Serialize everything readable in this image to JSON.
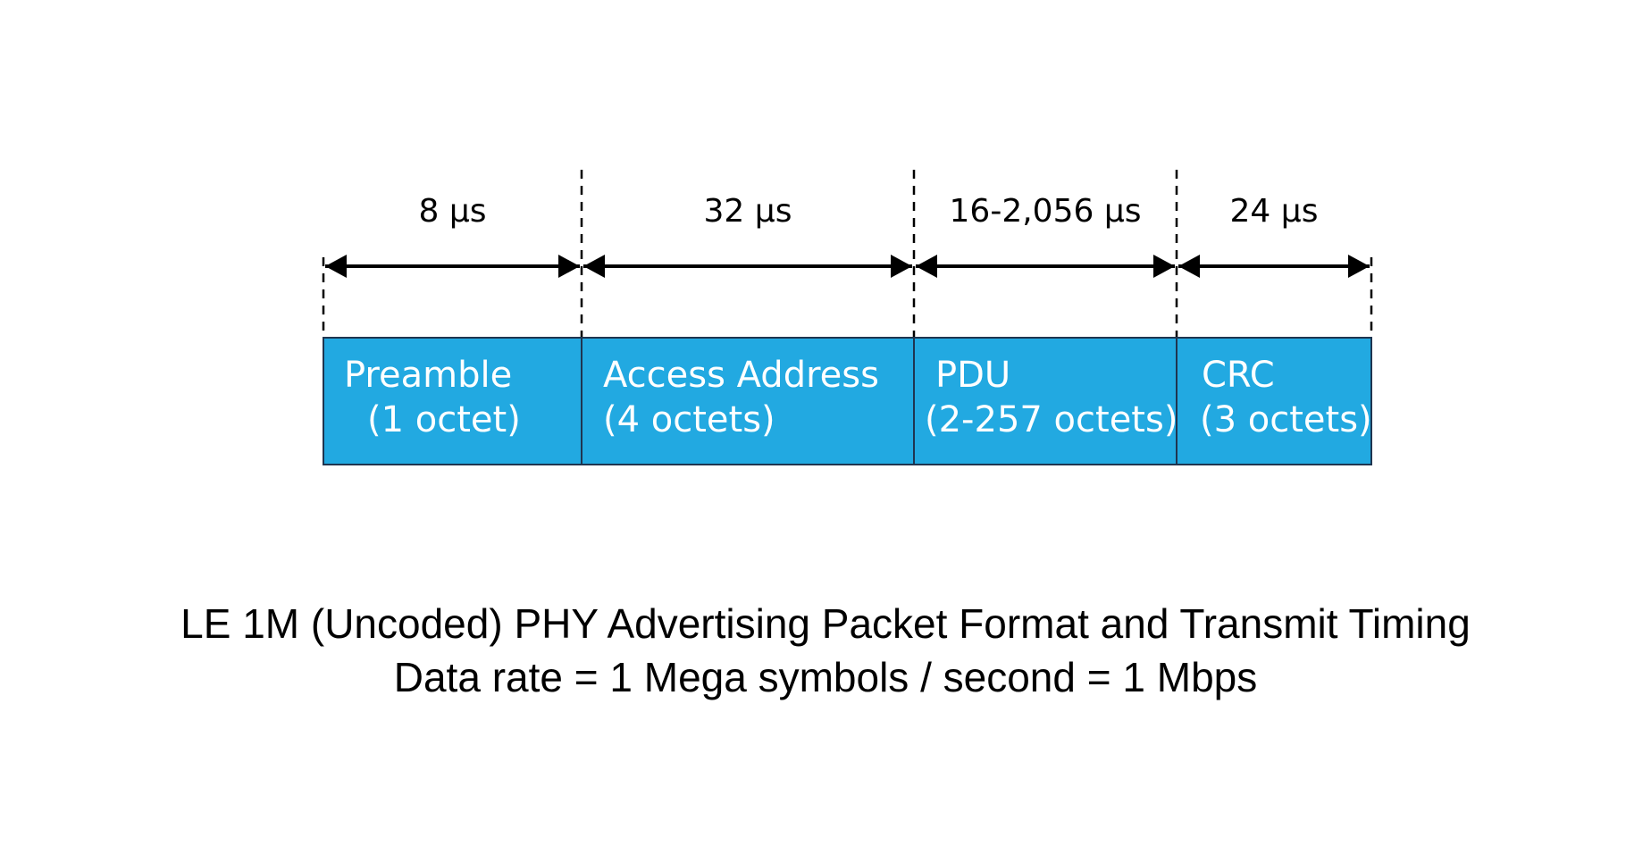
{
  "colors": {
    "field_fill": "#22a9e1",
    "field_text": "#ffffff",
    "line": "#000000"
  },
  "timing": [
    {
      "label": "8 μs"
    },
    {
      "label": "32 μs"
    },
    {
      "label": "16-2,056 μs"
    },
    {
      "label": "24 μs"
    }
  ],
  "fields": [
    {
      "name": "Preamble",
      "size": "(1  octet)"
    },
    {
      "name": "Access Address",
      "size": "(4 octets)"
    },
    {
      "name": "PDU",
      "size": "(2-257 octets)"
    },
    {
      "name": "CRC",
      "size": "(3 octets)"
    }
  ],
  "caption": {
    "line1": "LE 1M (Uncoded) PHY Advertising Packet Format and Transmit Timing",
    "line2": "Data rate = 1 Mega symbols / second = 1 Mbps"
  }
}
